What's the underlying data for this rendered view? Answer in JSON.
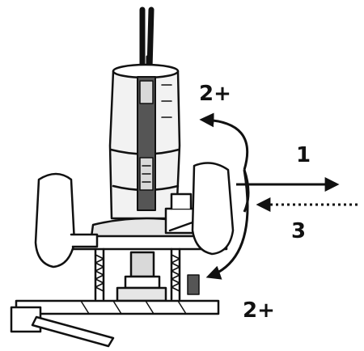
{
  "labels": {
    "step_rotate_top": "2+",
    "step_push": "1",
    "step_return": "3",
    "step_rotate_bottom": "2+"
  },
  "colors": {
    "ink": "#111111",
    "paper": "#ffffff",
    "body_grey": "#d9d9d9",
    "dark_grey": "#555555"
  }
}
